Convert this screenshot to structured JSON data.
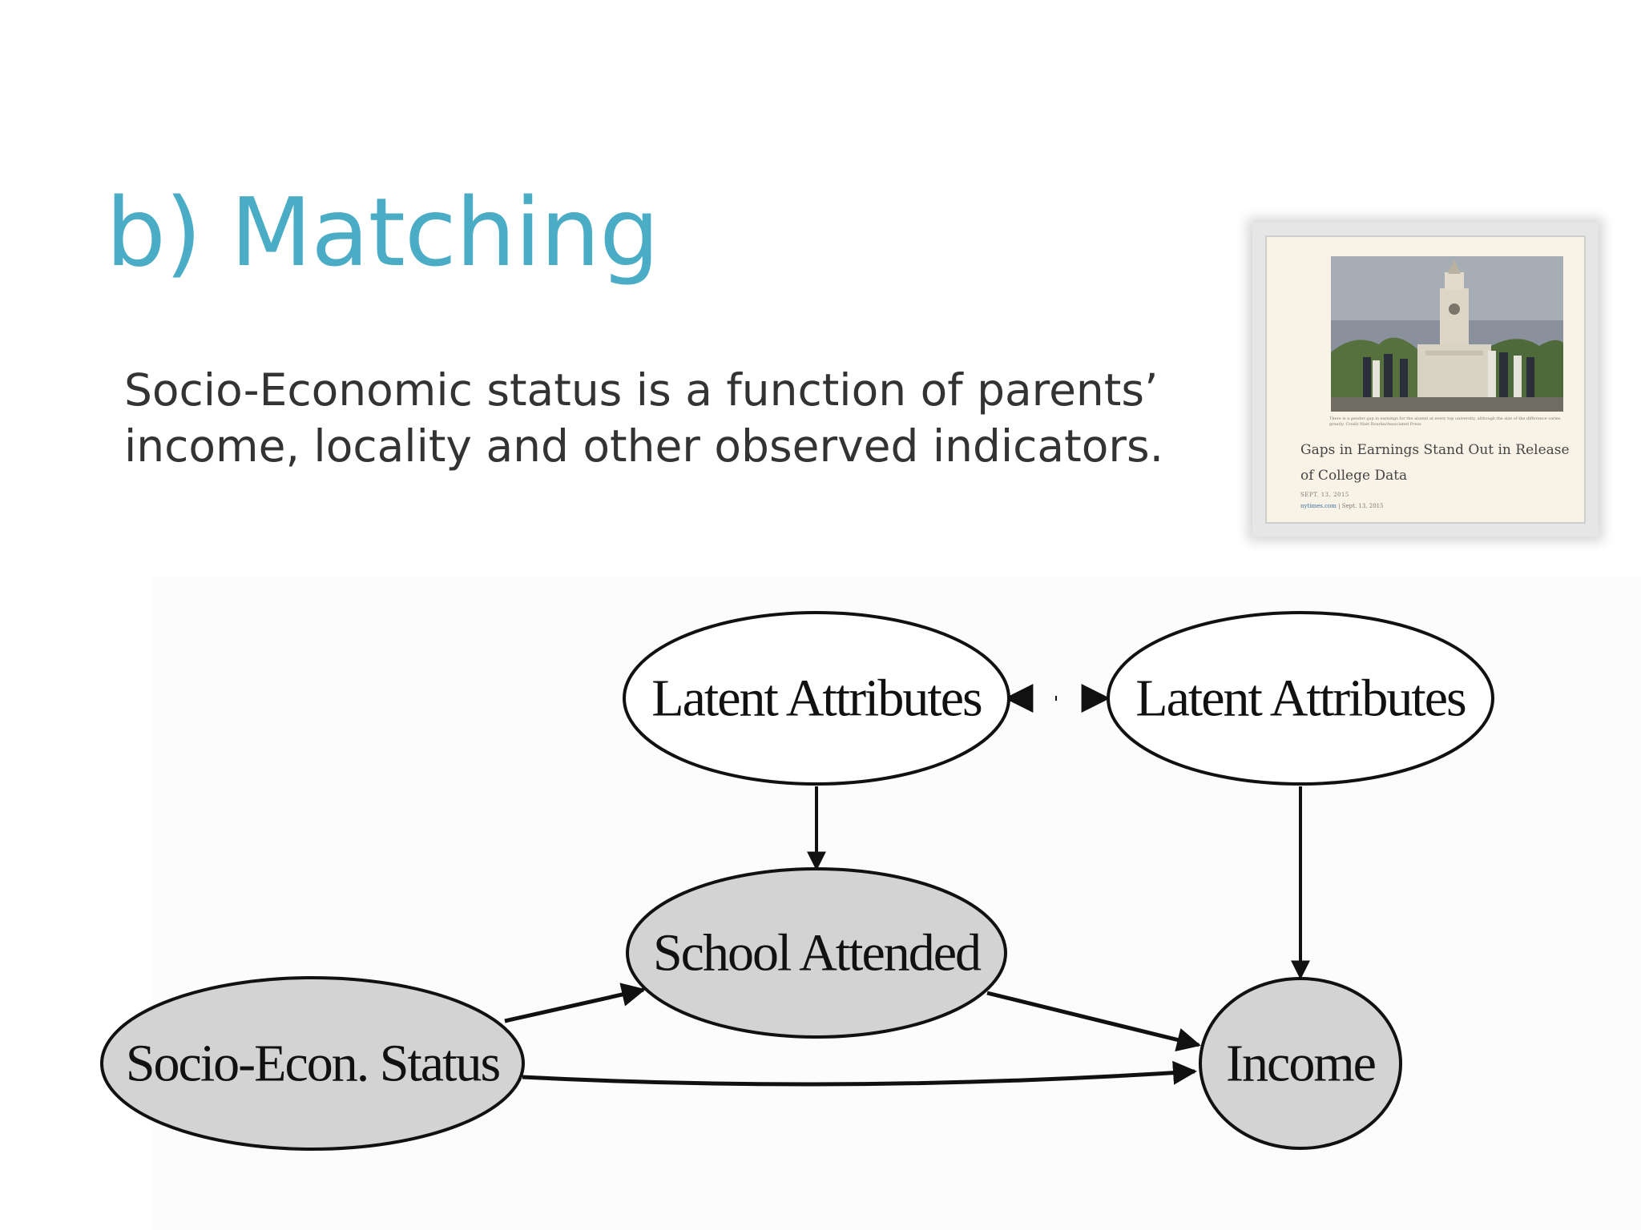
{
  "slide": {
    "title": "b) Matching",
    "body": [
      "Socio-Economic status is a function of parents’",
      "income, locality and other observed indicators."
    ]
  },
  "article": {
    "caption": "There is a gender gap in earnings for the alumni at every top university, although the size of the difference varies greatly. Credit Matt Rourke/Associated Press",
    "headline": "Gaps in Earnings Stand Out in Release of College Data",
    "date": "SEPT. 13, 2015",
    "source": "nytimes.com",
    "source_date": " | Sept. 13, 2015"
  },
  "diagram": {
    "nodes": [
      {
        "id": "latent_left",
        "label": "Latent Attributes",
        "shaded": false
      },
      {
        "id": "latent_right",
        "label": "Latent Attributes",
        "shaded": false
      },
      {
        "id": "school",
        "label": "School Attended",
        "shaded": true
      },
      {
        "id": "ses",
        "label": "Socio-Econ. Status",
        "shaded": true
      },
      {
        "id": "income",
        "label": "Income",
        "shaded": true
      }
    ],
    "edges": [
      {
        "from": "latent_left",
        "to": "latent_right",
        "style": "dotted",
        "direction": "both"
      },
      {
        "from": "latent_left",
        "to": "school",
        "style": "solid",
        "direction": "forward"
      },
      {
        "from": "latent_right",
        "to": "income",
        "style": "solid",
        "direction": "forward"
      },
      {
        "from": "ses",
        "to": "school",
        "style": "solid",
        "direction": "forward"
      },
      {
        "from": "school",
        "to": "income",
        "style": "solid",
        "direction": "forward"
      },
      {
        "from": "ses",
        "to": "income",
        "style": "solid",
        "direction": "forward"
      }
    ],
    "colors": {
      "shaded_fill": "#d3d3d3",
      "plain_fill": "#ffffff",
      "stroke": "#111111"
    }
  }
}
